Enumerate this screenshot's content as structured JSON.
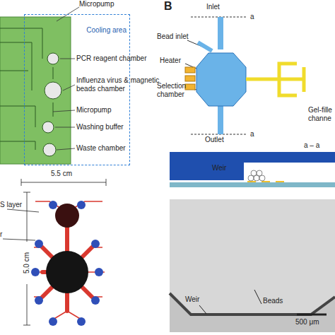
{
  "diagram": {
    "nodes": [
      {
        "text": [
          "Cooling area"
        ]
      }
    ],
    "labels": [
      "Micropump",
      "PCR reagent chamber",
      "Influenza virus & magnetic beads chamber",
      "Micropump",
      "Washing buffer",
      "Waste chamber",
      "5.5 cm",
      "5.0 cm",
      "S layer",
      "r",
      "B",
      "Inlet",
      "a",
      "Bead inlet",
      "Heater",
      "Selection chamber",
      "Outlet",
      "a",
      "Gel-fille channe",
      "a – a",
      "Weir",
      "Weir",
      "Beads",
      "500 μm"
    ]
  }
}
